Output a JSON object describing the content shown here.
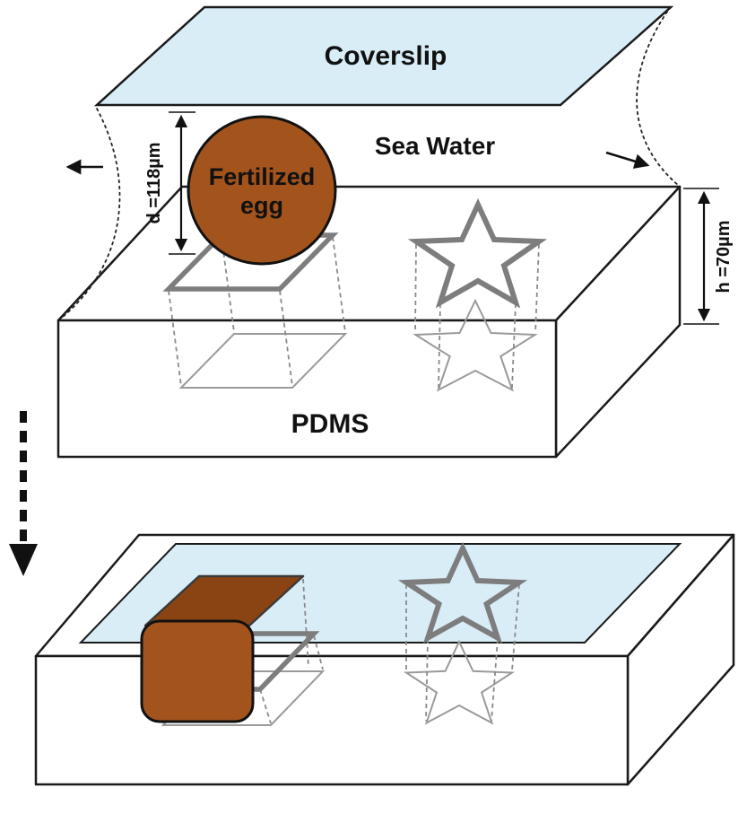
{
  "figure": {
    "top_panel": {
      "coverslip_label": "Coverslip",
      "sea_water_label": "Sea Water",
      "egg_label_line1": "Fertilized",
      "egg_label_line2": "egg",
      "egg_diameter_label": "d =118µm",
      "channel_height_label": "h =70µm",
      "pdms_label": "PDMS"
    },
    "bottom_panel": {}
  },
  "colors": {
    "coverslip_blue": "#d9edf7",
    "egg_brown": "#a3541d",
    "egg_brown_dark": "#8a4414",
    "outline_black": "#1a1a1a",
    "hole_gray_thick": "#7d7d7d",
    "hole_gray_thin": "#9a9a9a"
  }
}
